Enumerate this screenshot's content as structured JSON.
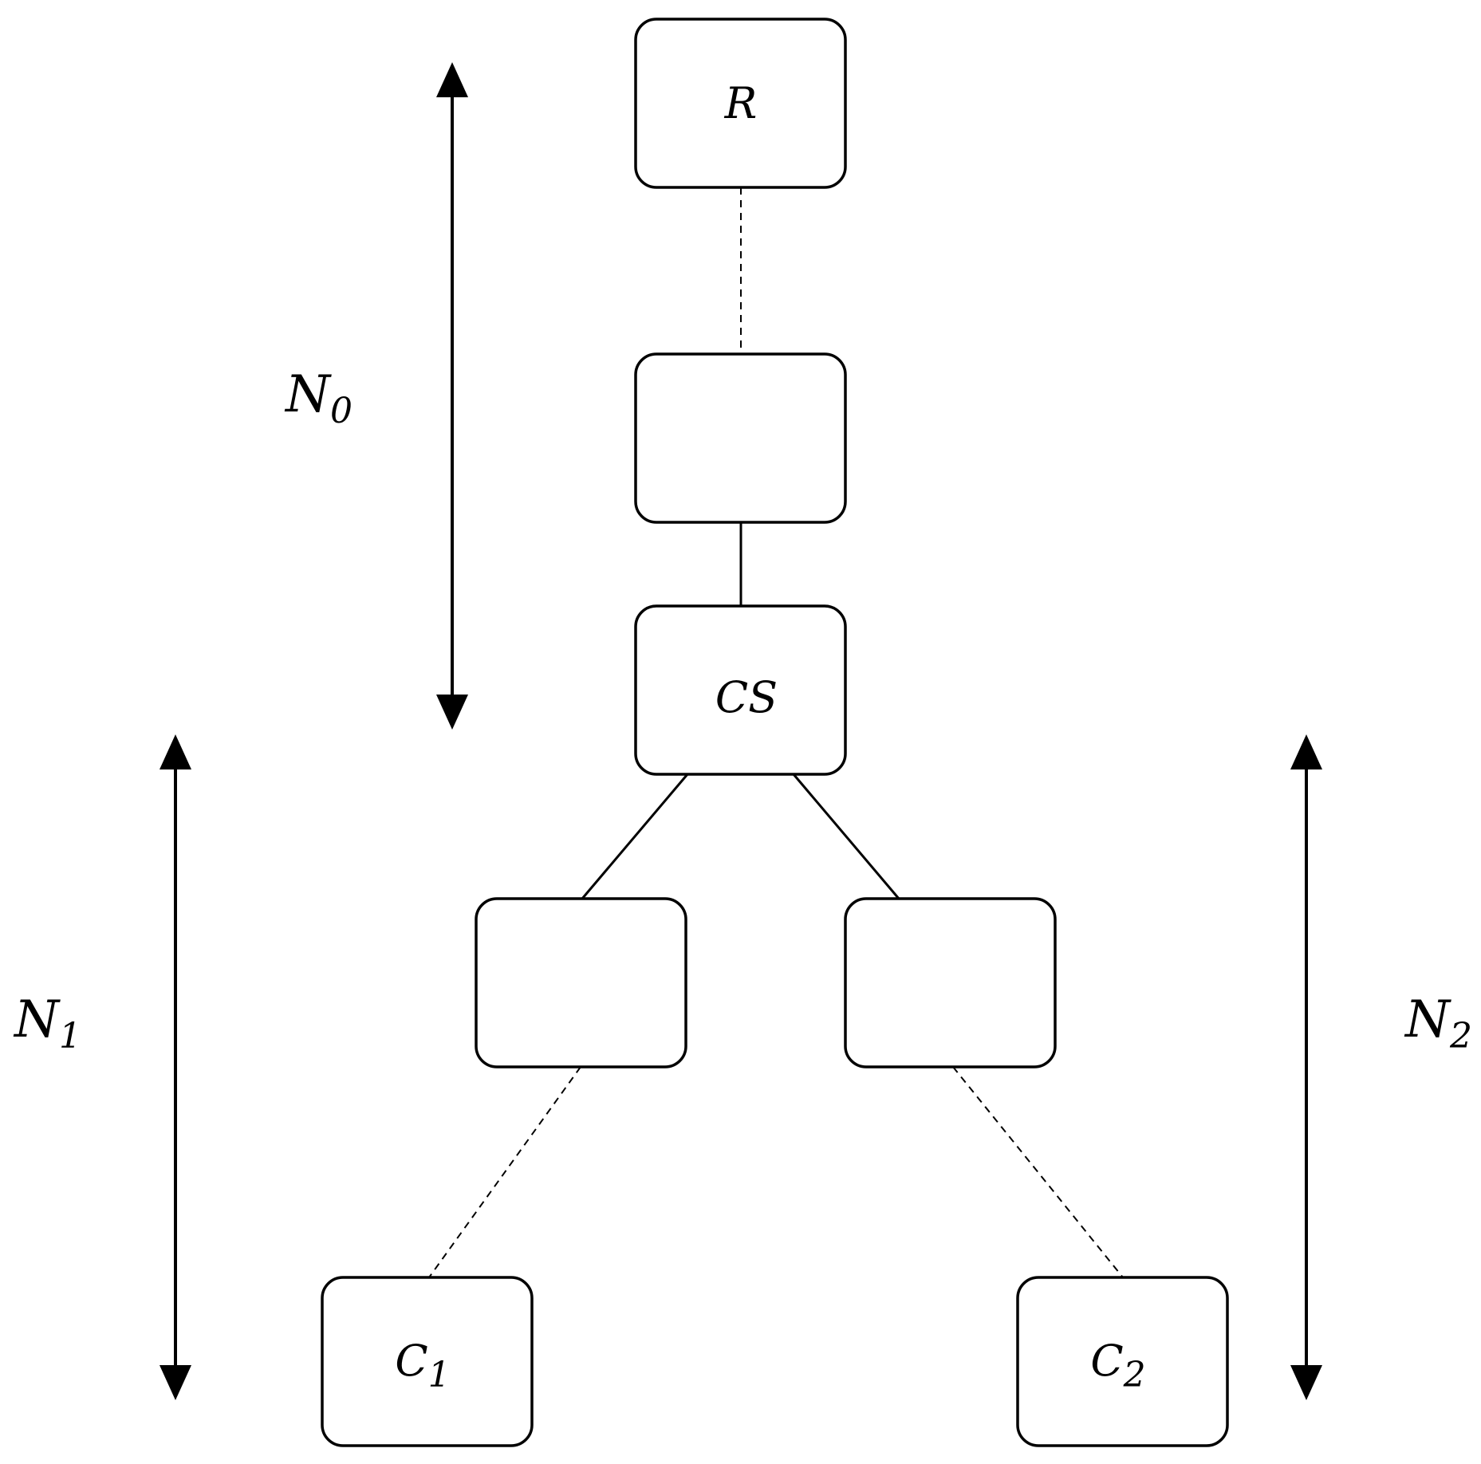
{
  "nodes": {
    "root": "R",
    "intermediate": "",
    "cs": "CS",
    "left_mid": "",
    "right_mid": "",
    "c1": {
      "base": "C",
      "sub": "1"
    },
    "c2": {
      "base": "C",
      "sub": "2"
    }
  },
  "dimensions": {
    "n0": {
      "base": "N",
      "sub": "0"
    },
    "n1": {
      "base": "N",
      "sub": "1"
    },
    "n2": {
      "base": "N",
      "sub": "2"
    }
  },
  "colors": {
    "stroke": "#000000",
    "background": "#ffffff"
  }
}
